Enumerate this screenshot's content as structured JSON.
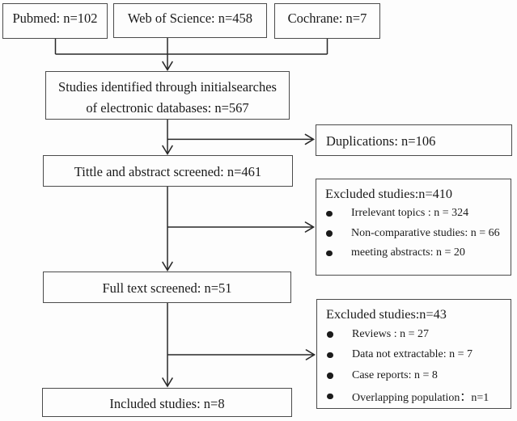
{
  "diagram": {
    "kind": "study-selection-flowchart",
    "colors": {
      "background": "#fdfdfd",
      "box_border": "#4b4b4b",
      "line": "#282828",
      "text": "#1b1b1b"
    },
    "nodes": {
      "pubmed": {
        "label": "Pubmed: n=102"
      },
      "web_of_science": {
        "label": "Web of Science: n=458"
      },
      "cochrane": {
        "label": "Cochrane: n=7"
      },
      "identified": {
        "line1": "Studies identified through initialsearches",
        "line2": "of electronic databases: n=567"
      },
      "duplications": {
        "label": "Duplications: n=106"
      },
      "title_abstract": {
        "label": "Tittle and abstract screened: n=461"
      },
      "excluded_after_screening": {
        "title": "Excluded studies:n=410",
        "items": [
          "Irrelevant topics : n = 324",
          "Non-comparative studies: n = 66",
          "meeting abstracts: n = 20"
        ]
      },
      "full_text": {
        "label": "Full text screened: n=51"
      },
      "excluded_after_fulltext": {
        "title": "Excluded studies:n=43",
        "items": [
          "Reviews : n = 27",
          "Data not extractable: n = 7",
          "Case reports: n = 8",
          "Overlapping population：n=1"
        ]
      },
      "included": {
        "label": "Included studies: n=8"
      }
    }
  }
}
